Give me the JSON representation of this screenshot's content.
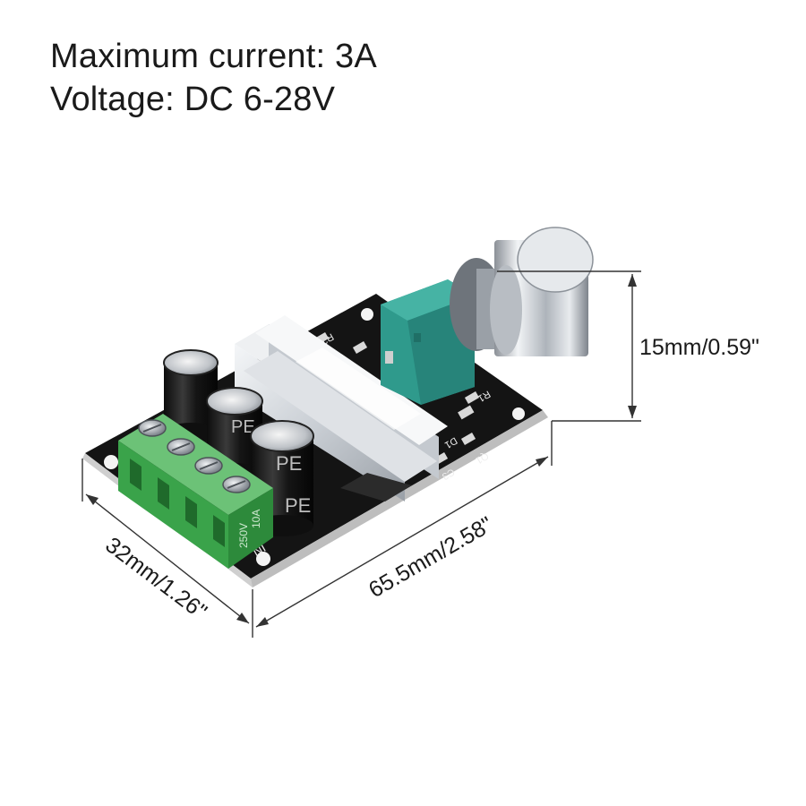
{
  "specs": {
    "max_current": "Maximum current: 3A",
    "voltage": "Voltage: DC 6-28V"
  },
  "dimensions": {
    "height": "15mm/0.59\"",
    "length": "65.5mm/2.58\"",
    "width": "32mm/1.26\""
  },
  "board_markings": {
    "capacitor_brand": "PE",
    "input_label": "IN",
    "terminal_rating": "250V",
    "terminal_current": "10A",
    "r2": "R2",
    "r1": "R1",
    "d1": "D1",
    "c3": "C3",
    "q1": "Q1"
  },
  "colors": {
    "pcb": "#111111",
    "terminal_block": "#3aa34a",
    "potentiometer": "#2f9a8c",
    "heatsink": "#d7dbe0",
    "knob": "#c7ccd2",
    "capacitor": "#1b1b1b"
  }
}
